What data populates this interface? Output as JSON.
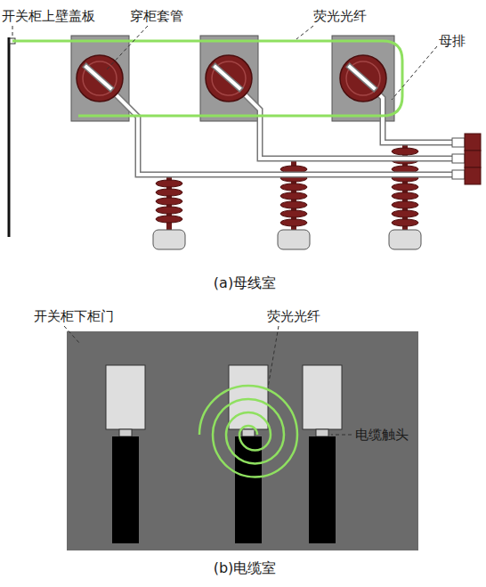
{
  "diagram": {
    "labels": [
      "开关柜上壁盖板",
      "穿柜套管",
      "荧光光纤",
      "母排",
      "(a)母线室",
      "开关柜下柜门",
      "荧光光纤",
      "电缆触头",
      "(b)电缆室"
    ]
  }
}
